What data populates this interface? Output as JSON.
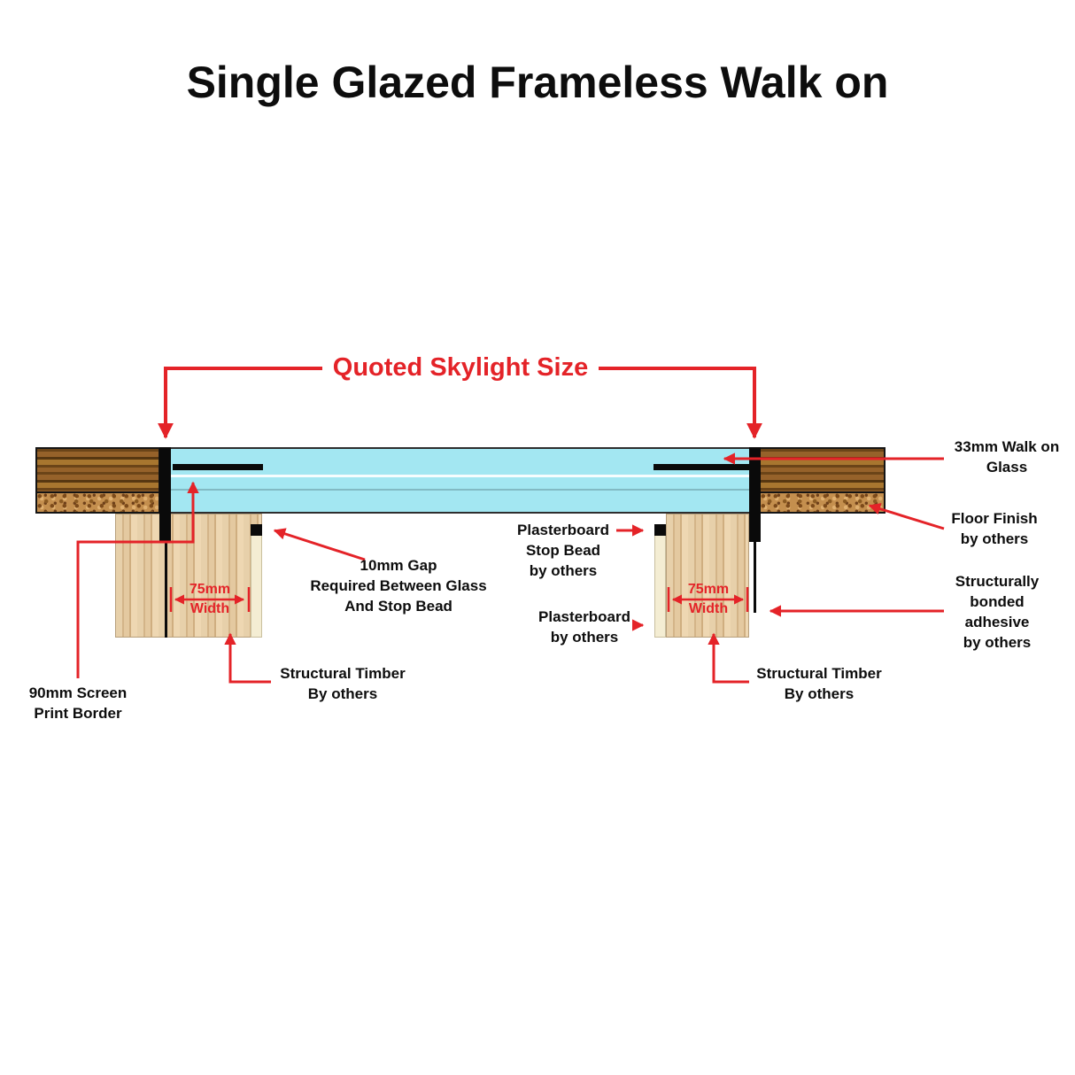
{
  "title": "Single Glazed Frameless Walk on",
  "colors": {
    "annotation_red": "#e42328",
    "glass_cyan": "#a3e7f2",
    "wood_dark": "#6b4418",
    "wood_mid": "#96622a",
    "wood_light": "#a8762f",
    "wood_deep": "#573711",
    "cork_tan": "#c48f4e",
    "cork_dot": "#7c4a1a",
    "timber_tan": "#e7d0aa",
    "timber_grain": "#d3b488",
    "plasterboard_cream": "#f4edd3",
    "seal_black": "#0a0a0a",
    "text_black": "#0d0d0d"
  },
  "annotations": {
    "quoted_size": "Quoted Skylight Size",
    "glass_thickness": "33mm Walk on\nGlass",
    "floor_finish": "Floor Finish\nby others",
    "adhesive": "Structurally\nbonded\nadhesive\nby others",
    "screen_print": "90mm Screen\nPrint Border",
    "gap": "10mm Gap\nRequired Between Glass\nAnd Stop Bead",
    "stop_bead": "Plasterboard\nStop Bead\nby others",
    "plasterboard": "Plasterboard\nby others",
    "timber_left": "Structural Timber\nBy others",
    "timber_right": "Structural Timber\nBy others",
    "width_left": "75mm\nWidth",
    "width_right": "75mm\nWidth"
  }
}
